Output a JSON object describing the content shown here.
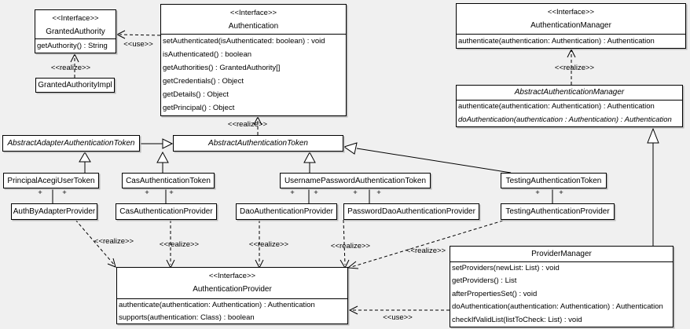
{
  "colors": {
    "background": "#f0f0f0",
    "box_fill": "#ffffff",
    "border": "#000000",
    "text": "#000000",
    "shadow": "#b9b9b9"
  },
  "labels": {
    "interface": "<<Interface>>",
    "realize": "<<realize>>",
    "use": "<<use>>",
    "plus": "+"
  },
  "classes": {
    "granted_authority": {
      "stereotype": "<<Interface>>",
      "name": "GrantedAuthority",
      "methods": [
        "getAuthority() : String"
      ]
    },
    "granted_authority_impl": {
      "name": "GrantedAuthorityImpl"
    },
    "authentication": {
      "stereotype": "<<Interface>>",
      "name": "Authentication",
      "methods": [
        "setAuthenticated(isAuthenticated: boolean) : void",
        "isAuthenticated() : boolean",
        "getAuthorities() : GrantedAuthority[]",
        "getCredentials() : Object",
        "getDetails() : Object",
        "getPrincipal() : Object"
      ]
    },
    "authentication_manager": {
      "stereotype": "<<Interface>>",
      "name": "AuthenticationManager",
      "methods": [
        "authenticate(authentication: Authentication) : Authentication"
      ]
    },
    "abstract_authentication_manager": {
      "name": "AbstractAuthenticationManager",
      "methods": [
        "authenticate(authentication: Authentication) : Authentication",
        "doAuthentication(authentication : Authentication) : Authentication"
      ]
    },
    "abstract_adapter_authentication_token": {
      "name": "AbstractAdapterAuthenticationToken"
    },
    "abstract_authentication_token": {
      "name": "AbstractAuthenticationToken"
    },
    "principal_acegi_user_token": {
      "name": "PrincipalAcegiUserToken"
    },
    "cas_authentication_token": {
      "name": "CasAuthenticationToken"
    },
    "username_password_authentication_token": {
      "name": "UsernamePasswordAuthenticationToken"
    },
    "testing_authentication_token": {
      "name": "TestingAuthenticationToken"
    },
    "auth_by_adapter_provider": {
      "name": "AuthByAdapterProvider"
    },
    "cas_authentication_provider": {
      "name": "CasAuthenticationProvider"
    },
    "dao_authentication_provider": {
      "name": "DaoAuthenticationProvider"
    },
    "password_dao_authentication_provider": {
      "name": "PasswordDaoAuthenticationProvider"
    },
    "testing_authentication_provider": {
      "name": "TestingAuthenticationProvider"
    },
    "authentication_provider": {
      "stereotype": "<<Interface>>",
      "name": "AuthenticationProvider",
      "methods": [
        "authenticate(authentication: Authentication) : Authentication",
        "supports(authentication: Class) : boolean"
      ]
    },
    "provider_manager": {
      "name": "ProviderManager",
      "methods": [
        "setProviders(newList: List) : void",
        "getProviders() : List",
        "afterPropertiesSet() : void",
        "doAuthentication(authentication: Authentication) : Authentication",
        "checkIfValidList(listToCheck: List) : void"
      ]
    }
  }
}
